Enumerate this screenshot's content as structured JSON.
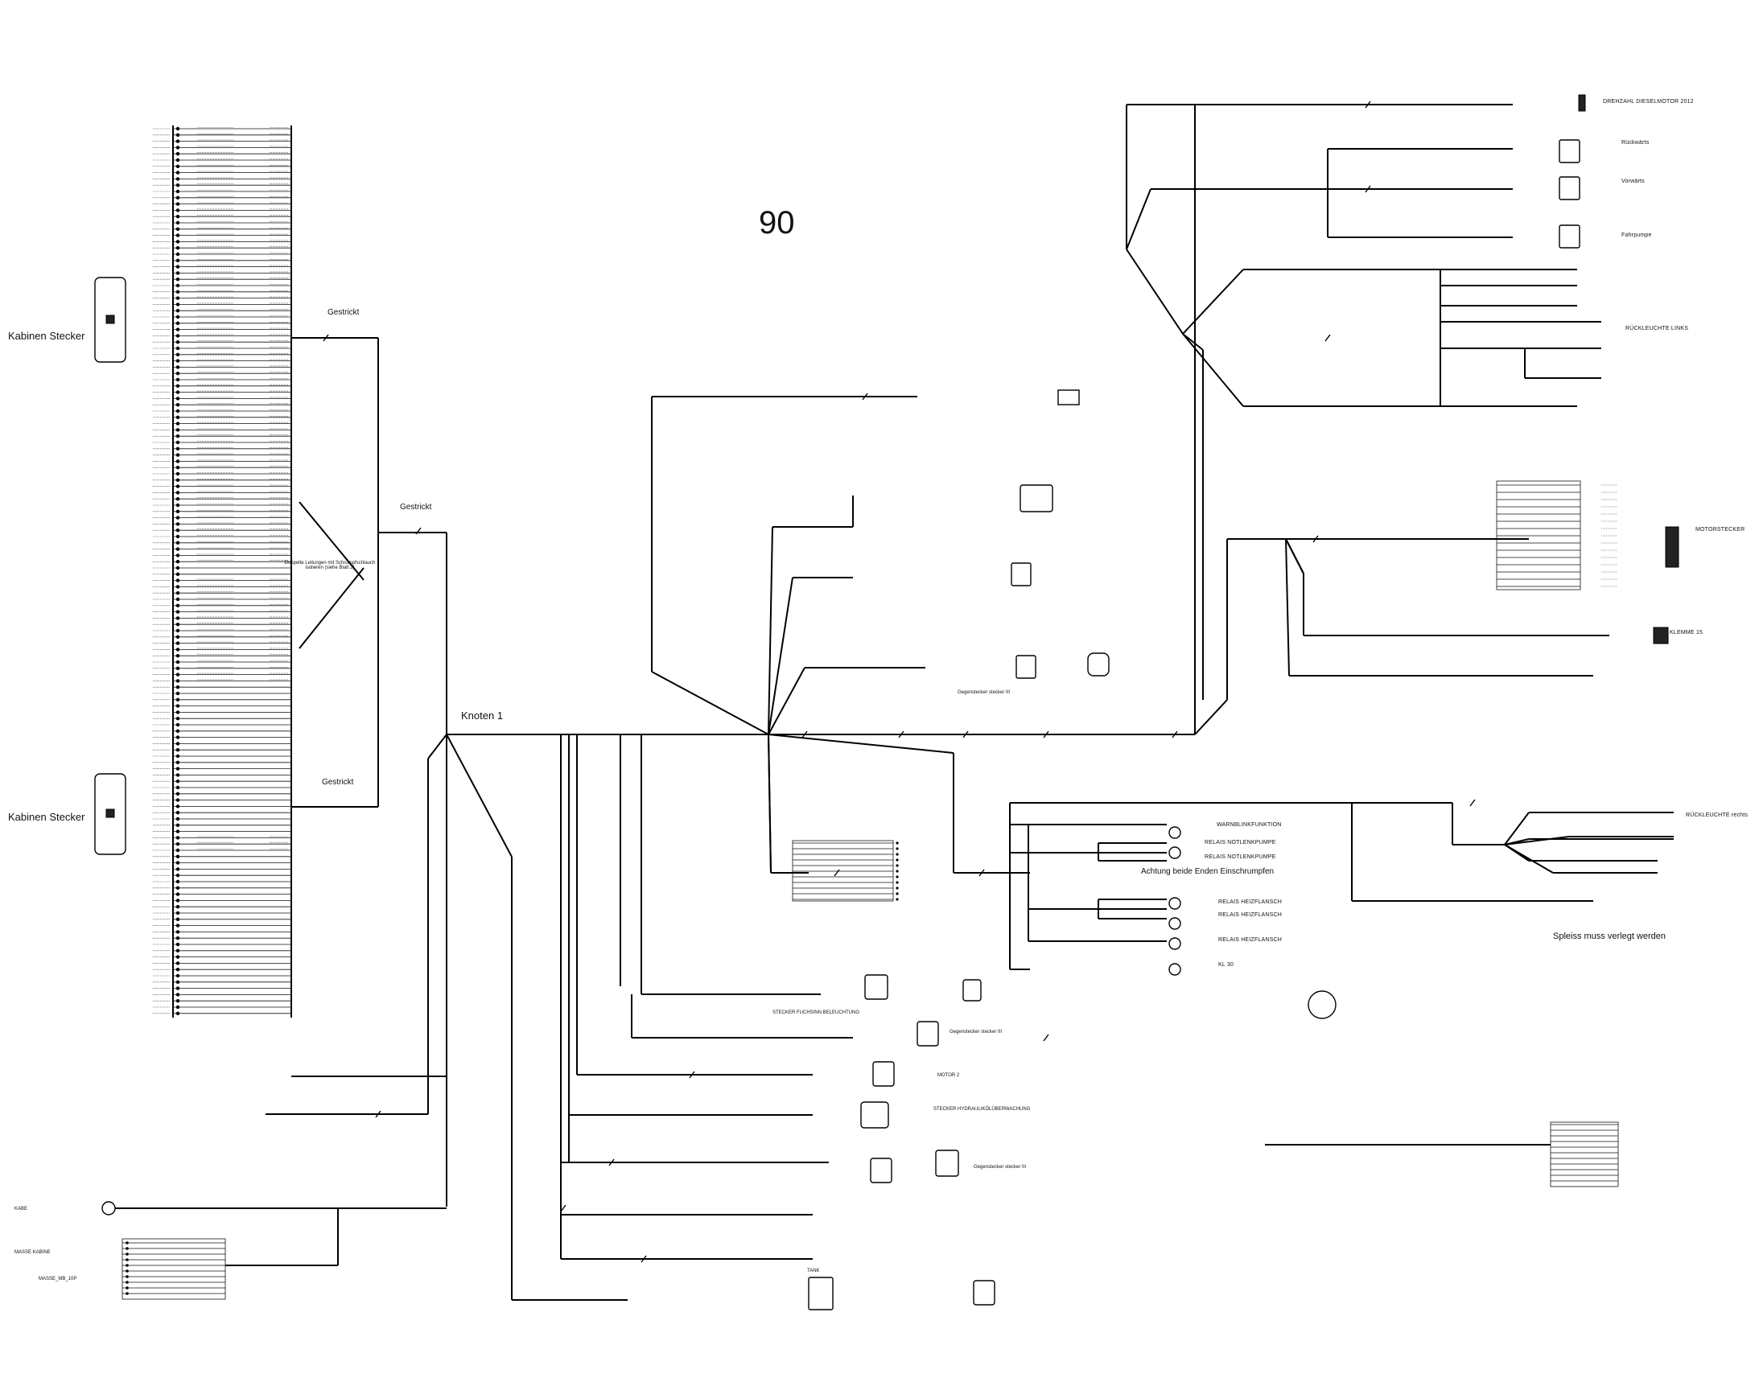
{
  "diagram": {
    "page_number": "90",
    "labels": {
      "cab_connector_1": "Kabinen Stecker",
      "cab_connector_2": "Kabinen Stecker",
      "knitted_1": "Gestrickt",
      "knitted_2": "Gestrickt",
      "knitted_3": "Gestrickt",
      "node_1": "Knoten 1",
      "note_ends": "Achtung beide Enden Einschrumpfen",
      "note_splice": "Spleiss muss verlegt werden"
    },
    "components": {
      "rueckwarts": "Rückwärts",
      "vorwarts": "Vorwärts",
      "fahrpumpe": "Fahrpumpe",
      "drehzahl": "DREHZAHL DIESELMOTOR 2012",
      "ruecklicht_links": "RÜCKLEUCHTE LINKS",
      "ruecklicht_rechts": "RÜCKLEUCHTE rechts",
      "motorstecker": "MOTORSTECKER",
      "klemme": "KLEMME 15",
      "warnblink": "WARNBLINKFUNKTION",
      "relais_lenk_1": "RELAIS NOTLENKPUMPE",
      "relais_lenk_2": "RELAIS NOTLENKPUMPE",
      "relais_heiz_1": "RELAIS HEIZFLANSCH",
      "relais_heiz_2": "RELAIS HEIZFLANSCH",
      "relais_heiz_3": "RELAIS HEIZFLANSCH",
      "kl30": "KL 30",
      "gegenstecker_1": "Gegenstecker stecker III",
      "gegenstecker_2": "Gegenstecker stecker III",
      "gegenstecker_3": "Gegenstecker stecker III",
      "stecker_fuchs": "STECKER FUCHSINN BELEUCHTUNG",
      "motor2": "MOTOR 2",
      "stecker_hydraulik": "STECKER HYDRAULIKÖLÜBERWACHUNG",
      "masse_kabine": "MASSE KABINE",
      "masse_mb": "MASSE_MB_10P",
      "kabel": "KABE",
      "tank": "TANK"
    },
    "annotation_cab": "Doppelte Leitungen mit Schrumpfschlauch isolieren (siehe Blatt 2)"
  }
}
